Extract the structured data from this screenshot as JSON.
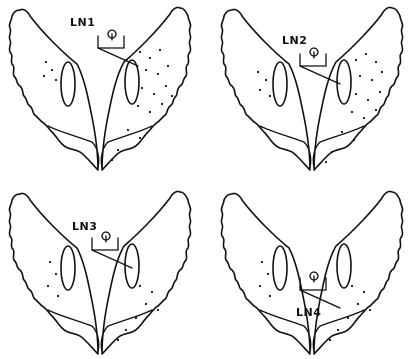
{
  "panels": [
    {
      "label": "LN1"
    },
    {
      "label": "LN2"
    },
    {
      "label": "LN3"
    },
    {
      "label": "LN4"
    }
  ],
  "colors": {
    "ink": "#111111",
    "background": "#ffffff"
  }
}
